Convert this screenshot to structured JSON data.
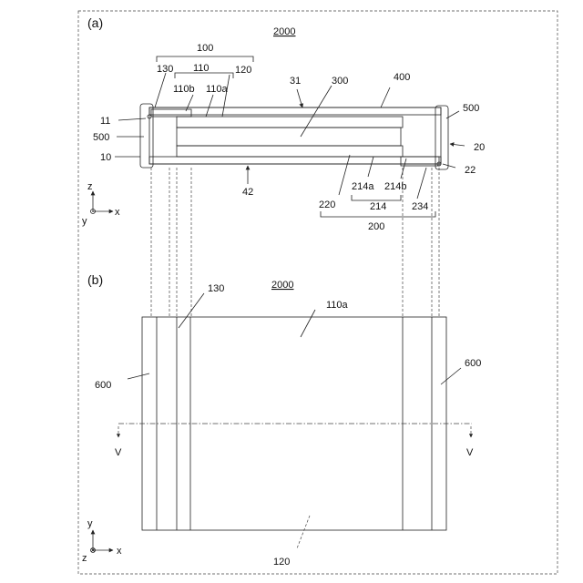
{
  "figure_number": "2000",
  "panel_a": {
    "label": "(a)",
    "refs": {
      "r100": "100",
      "r110": "110",
      "r130": "130",
      "r120": "120",
      "r110b": "110b",
      "r110a": "110a",
      "r31": "31",
      "r300": "300",
      "r400": "400",
      "r500_right": "500",
      "r500_left": "500",
      "r11": "11",
      "r10": "10",
      "r20": "20",
      "r22": "22",
      "r42": "42",
      "r220": "220",
      "r214a": "214a",
      "r214b": "214b",
      "r214": "214",
      "r234": "234",
      "r200": "200"
    },
    "axes": {
      "z": "z",
      "y": "y",
      "x": "x"
    }
  },
  "panel_b": {
    "label": "(b)",
    "refs": {
      "r130": "130",
      "r110a": "110a",
      "r600_left": "600",
      "r600_right": "600",
      "r120": "120",
      "v_left": "V",
      "v_right": "V"
    },
    "axes": {
      "y": "y",
      "z": "z",
      "x": "x"
    }
  },
  "colors": {
    "line": "#222222",
    "hatch": "#555555",
    "cell_fill": "#d9d9d9"
  }
}
